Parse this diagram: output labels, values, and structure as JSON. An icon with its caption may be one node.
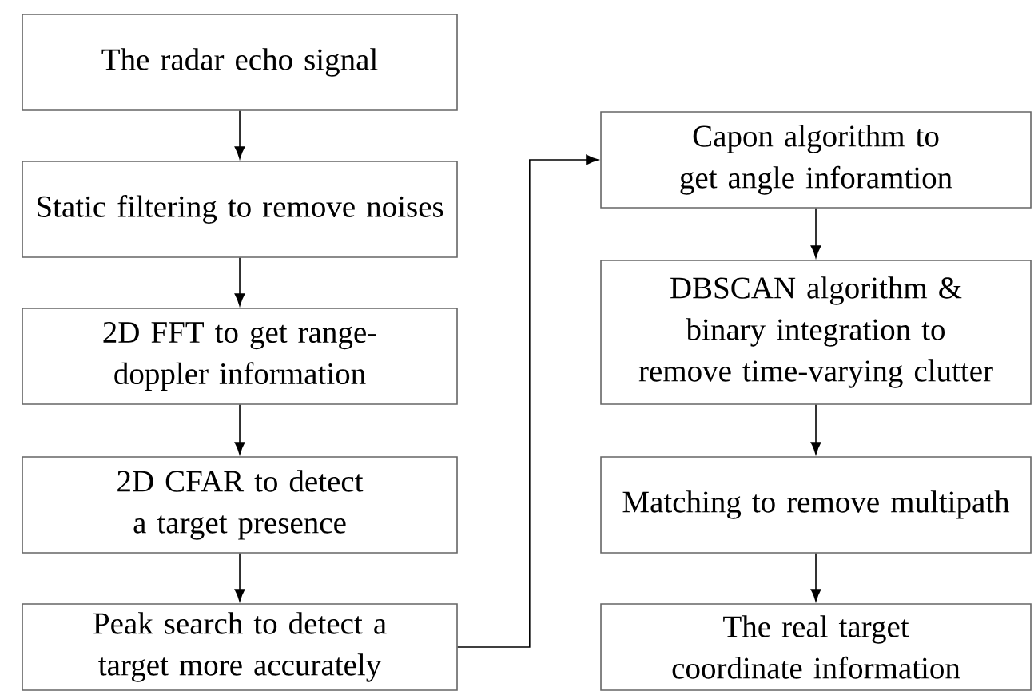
{
  "diagram": {
    "nodes": [
      {
        "text": [
          "The radar echo signal"
        ]
      },
      {
        "text": [
          "Static filtering to remove noises"
        ]
      },
      {
        "text": [
          "2D FFT to get range-doppler information"
        ]
      },
      {
        "text": [
          "2D CFAR to detect  a target presence"
        ]
      },
      {
        "text": [
          "Peak search to detect a target more accurately"
        ]
      },
      {
        "text": [
          "Capon algorithm to get angle inforamtion"
        ]
      },
      {
        "text": [
          "DBSCAN algorithm & binary integration to remove time-varying clutter"
        ]
      },
      {
        "text": [
          "Matching to remove multipath"
        ]
      },
      {
        "text": [
          "The real target coordinate information"
        ]
      }
    ],
    "edges": [
      {
        "from": 0,
        "to": 1,
        "arrow": "to"
      },
      {
        "from": 1,
        "to": 2,
        "arrow": "to"
      },
      {
        "from": 2,
        "to": 3,
        "arrow": "to"
      },
      {
        "from": 3,
        "to": 4,
        "arrow": "to"
      },
      {
        "from": 4,
        "to": 5,
        "arrow": "to"
      },
      {
        "from": 5,
        "to": 6,
        "arrow": "to"
      },
      {
        "from": 6,
        "to": 7,
        "arrow": "to"
      },
      {
        "from": 7,
        "to": 8,
        "arrow": "to"
      }
    ]
  }
}
